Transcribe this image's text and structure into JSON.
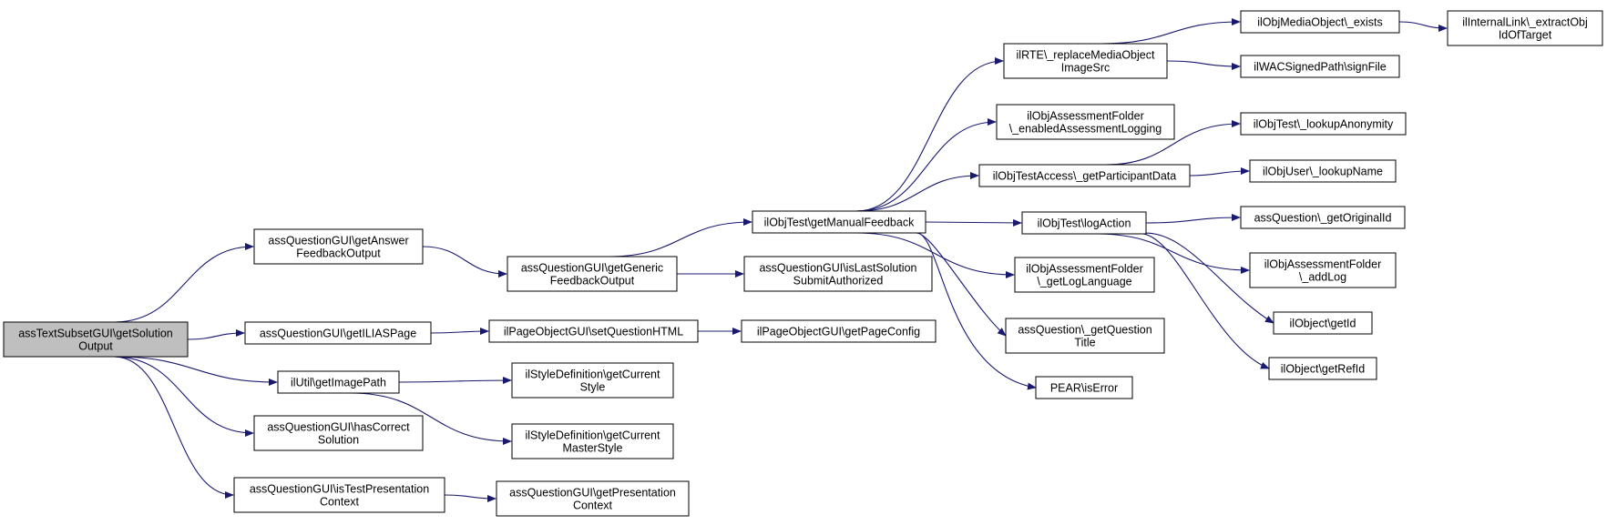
{
  "colors": {
    "edge": "#191970",
    "node_fill": "#ffffff",
    "node_border": "#000000",
    "root_fill": "#bfbfbf"
  },
  "nodes": [
    {
      "id": "root",
      "lines": [
        "assTextSubsetGUI\\getSolution",
        "Output"
      ],
      "root": true
    },
    {
      "id": "answerFeedback",
      "lines": [
        "assQuestionGUI\\getAnswer",
        "FeedbackOutput"
      ]
    },
    {
      "id": "iliasPage",
      "lines": [
        "assQuestionGUI\\getILIASPage"
      ]
    },
    {
      "id": "imagePath",
      "lines": [
        "ilUtil\\getImagePath"
      ]
    },
    {
      "id": "hasCorrect",
      "lines": [
        "assQuestionGUI\\hasCorrect",
        "Solution"
      ]
    },
    {
      "id": "isTestPres",
      "lines": [
        "assQuestionGUI\\isTestPresentation",
        "Context"
      ]
    },
    {
      "id": "genericFeedback",
      "lines": [
        "assQuestionGUI\\getGeneric",
        "FeedbackOutput"
      ]
    },
    {
      "id": "setQuestionHTML",
      "lines": [
        "ilPageObjectGUI\\setQuestionHTML"
      ]
    },
    {
      "id": "currentStyle",
      "lines": [
        "ilStyleDefinition\\getCurrent",
        "Style"
      ]
    },
    {
      "id": "currentMaster",
      "lines": [
        "ilStyleDefinition\\getCurrent",
        "MasterStyle"
      ]
    },
    {
      "id": "presContext",
      "lines": [
        "assQuestionGUI\\getPresentation",
        "Context"
      ]
    },
    {
      "id": "manualFeedback",
      "lines": [
        "ilObjTest\\getManualFeedback"
      ]
    },
    {
      "id": "isLastSolution",
      "lines": [
        "assQuestionGUI\\isLastSolution",
        "SubmitAuthorized"
      ]
    },
    {
      "id": "pageConfig",
      "lines": [
        "ilPageObjectGUI\\getPageConfig"
      ]
    },
    {
      "id": "rteReplace",
      "lines": [
        "ilRTE\\_replaceMediaObject",
        "ImageSrc"
      ]
    },
    {
      "id": "enabledLogging",
      "lines": [
        "ilObjAssessmentFolder",
        "\\_enabledAssessmentLogging"
      ]
    },
    {
      "id": "participantData",
      "lines": [
        "ilObjTestAccess\\_getParticipantData"
      ]
    },
    {
      "id": "logAction",
      "lines": [
        "ilObjTest\\logAction"
      ]
    },
    {
      "id": "logLanguage",
      "lines": [
        "ilObjAssessmentFolder",
        "\\_getLogLanguage"
      ]
    },
    {
      "id": "questionTitle",
      "lines": [
        "assQuestion\\_getQuestion",
        "Title"
      ]
    },
    {
      "id": "pearIsError",
      "lines": [
        "PEAR\\isError"
      ]
    },
    {
      "id": "mediaExists",
      "lines": [
        "ilObjMediaObject\\_exists"
      ]
    },
    {
      "id": "signFile",
      "lines": [
        "ilWACSignedPath\\signFile"
      ]
    },
    {
      "id": "lookupAnonymity",
      "lines": [
        "ilObjTest\\_lookupAnonymity"
      ]
    },
    {
      "id": "lookupName",
      "lines": [
        "ilObjUser\\_lookupName"
      ]
    },
    {
      "id": "originalId",
      "lines": [
        "assQuestion\\_getOriginalId"
      ]
    },
    {
      "id": "addLog",
      "lines": [
        "ilObjAssessmentFolder",
        "\\_addLog"
      ]
    },
    {
      "id": "getId",
      "lines": [
        "ilObject\\getId"
      ]
    },
    {
      "id": "getRefId",
      "lines": [
        "ilObject\\getRefId"
      ]
    },
    {
      "id": "extractObj",
      "lines": [
        "ilInternalLink\\_extractObj",
        "IdOfTarget"
      ]
    }
  ],
  "edges": [
    [
      "root",
      "answerFeedback"
    ],
    [
      "root",
      "iliasPage"
    ],
    [
      "root",
      "imagePath"
    ],
    [
      "root",
      "hasCorrect"
    ],
    [
      "root",
      "isTestPres"
    ],
    [
      "answerFeedback",
      "genericFeedback"
    ],
    [
      "iliasPage",
      "setQuestionHTML"
    ],
    [
      "imagePath",
      "currentStyle"
    ],
    [
      "imagePath",
      "currentMaster"
    ],
    [
      "isTestPres",
      "presContext"
    ],
    [
      "genericFeedback",
      "manualFeedback"
    ],
    [
      "genericFeedback",
      "isLastSolution"
    ],
    [
      "setQuestionHTML",
      "pageConfig"
    ],
    [
      "manualFeedback",
      "rteReplace"
    ],
    [
      "manualFeedback",
      "enabledLogging"
    ],
    [
      "manualFeedback",
      "participantData"
    ],
    [
      "manualFeedback",
      "logAction"
    ],
    [
      "manualFeedback",
      "logLanguage"
    ],
    [
      "manualFeedback",
      "questionTitle"
    ],
    [
      "manualFeedback",
      "pearIsError"
    ],
    [
      "rteReplace",
      "mediaExists"
    ],
    [
      "rteReplace",
      "signFile"
    ],
    [
      "mediaExists",
      "extractObj"
    ],
    [
      "participantData",
      "lookupAnonymity"
    ],
    [
      "participantData",
      "lookupName"
    ],
    [
      "logAction",
      "originalId"
    ],
    [
      "logAction",
      "addLog"
    ],
    [
      "logAction",
      "getId"
    ],
    [
      "logAction",
      "getRefId"
    ]
  ]
}
